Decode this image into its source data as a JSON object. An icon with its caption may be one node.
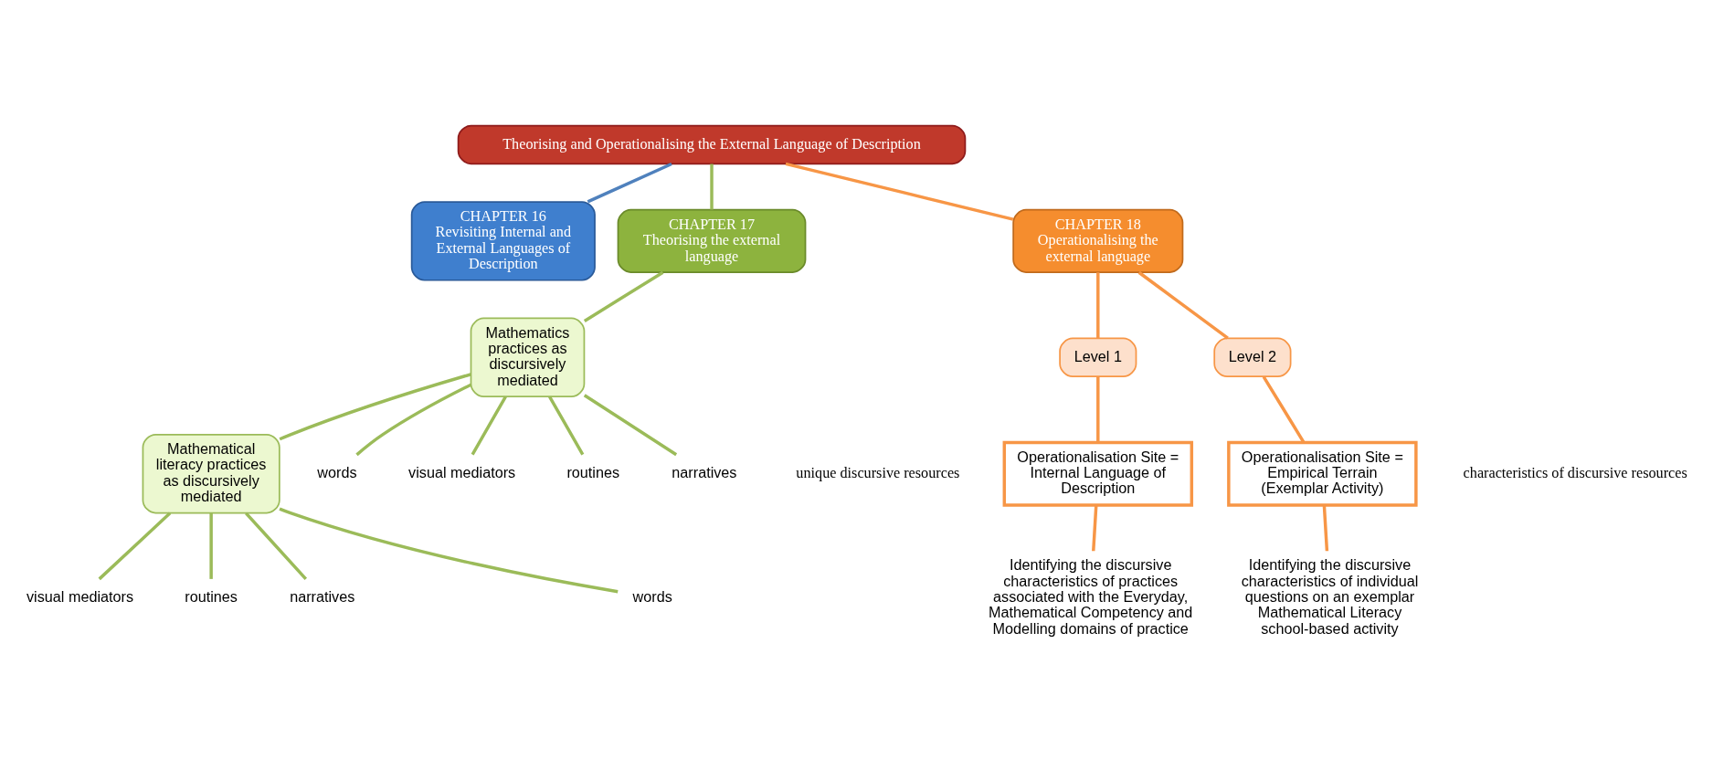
{
  "diagram": {
    "nodes": [
      {
        "text": [
          "Theorising and Operationalising the External Language of Description"
        ]
      },
      {
        "text": [
          "CHAPTER 16",
          "Revisiting Internal and External Languages of Description"
        ]
      },
      {
        "text": [
          "CHAPTER 17",
          "Theorising the external language"
        ]
      },
      {
        "text": [
          "CHAPTER 18",
          "Operationalising the external language"
        ]
      },
      {
        "text": [
          "Mathematics practices as discursively mediated"
        ]
      },
      {
        "text": [
          "Mathematical literacy practices as discursively mediated"
        ]
      },
      {
        "text": [
          "Level 1"
        ]
      },
      {
        "text": [
          "Level 2"
        ]
      },
      {
        "text": [
          "Operationalisation Site = Internal Language of Description"
        ]
      },
      {
        "text": [
          "Operationalisation Site = Empirical Terrain (Exemplar Activity)"
        ]
      },
      {
        "text": [
          "Identifying the discursive characteristics of practices associated with the Everyday, Mathematical Competency and Modelling domains of practice"
        ]
      },
      {
        "text": [
          "Identifying the discursive characteristics of individual questions on an exemplar Mathematical Literacy school-based activity"
        ]
      },
      {
        "text": [
          "words"
        ]
      },
      {
        "text": [
          "visual mediators"
        ]
      },
      {
        "text": [
          "routines"
        ]
      },
      {
        "text": [
          "narratives"
        ]
      },
      {
        "text": [
          "words"
        ]
      },
      {
        "text": [
          "visual mediators"
        ]
      },
      {
        "text": [
          "routines"
        ]
      },
      {
        "text": [
          "narratives"
        ]
      }
    ],
    "edges": [
      {
        "from": 0,
        "to": 1,
        "arrow": "none",
        "color": "#4f81bd"
      },
      {
        "from": 0,
        "to": 2,
        "arrow": "none"
      },
      {
        "from": 0,
        "to": 3,
        "arrow": "none",
        "color": "#f79646"
      },
      {
        "from": 2,
        "to": 4,
        "arrow": "none"
      },
      {
        "from": 4,
        "to": 12,
        "arrow": "none"
      },
      {
        "from": 4,
        "to": 13,
        "arrow": "none"
      },
      {
        "from": 4,
        "to": 14,
        "arrow": "none"
      },
      {
        "from": 4,
        "to": 15,
        "arrow": "none"
      },
      {
        "from": 4,
        "to": 5,
        "arrow": "none"
      },
      {
        "from": 5,
        "to": 16,
        "arrow": "none"
      },
      {
        "from": 5,
        "to": 17,
        "arrow": "none"
      },
      {
        "from": 5,
        "to": 18,
        "arrow": "none"
      },
      {
        "from": 5,
        "to": 19,
        "arrow": "none"
      },
      {
        "from": 3,
        "to": 6,
        "arrow": "none",
        "color": "#f79646"
      },
      {
        "from": 3,
        "to": 7,
        "arrow": "none",
        "color": "#f79646"
      },
      {
        "from": 6,
        "to": 8,
        "arrow": "none",
        "color": "#f79646"
      },
      {
        "from": 7,
        "to": 9,
        "arrow": "none",
        "color": "#f79646"
      },
      {
        "from": 8,
        "to": 10,
        "arrow": "none",
        "color": "#f79646"
      },
      {
        "from": 9,
        "to": 11,
        "arrow": "none",
        "color": "#f79646"
      }
    ],
    "labels": [
      "characteristics of discursive resources",
      "unique discursive resources"
    ]
  }
}
